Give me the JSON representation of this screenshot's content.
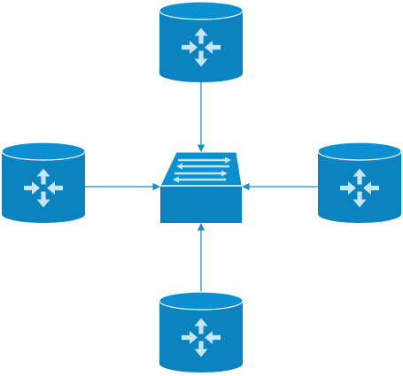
{
  "diagram": {
    "type": "network-topology",
    "colors": {
      "device_fill": "#0a83c0",
      "device_dark": "#066c9f",
      "device_top": "#0b8fd0",
      "symbol": "#c6e6f8",
      "connector": "#1f8ac4",
      "background": "#ffffff"
    },
    "nodes": [
      {
        "id": "router-top",
        "kind": "router",
        "icon": "router-icon"
      },
      {
        "id": "router-left",
        "kind": "router",
        "icon": "router-icon"
      },
      {
        "id": "switch-center",
        "kind": "switch",
        "icon": "switch-icon"
      },
      {
        "id": "router-right",
        "kind": "router",
        "icon": "router-icon"
      },
      {
        "id": "router-bottom",
        "kind": "router",
        "icon": "router-icon"
      }
    ],
    "links": [
      {
        "from": "router-top",
        "to": "switch-center",
        "arrow": "end"
      },
      {
        "from": "router-left",
        "to": "switch-center",
        "arrow": "end"
      },
      {
        "from": "router-right",
        "to": "switch-center",
        "arrow": "end"
      },
      {
        "from": "router-bottom",
        "to": "switch-center",
        "arrow": "end"
      }
    ]
  }
}
